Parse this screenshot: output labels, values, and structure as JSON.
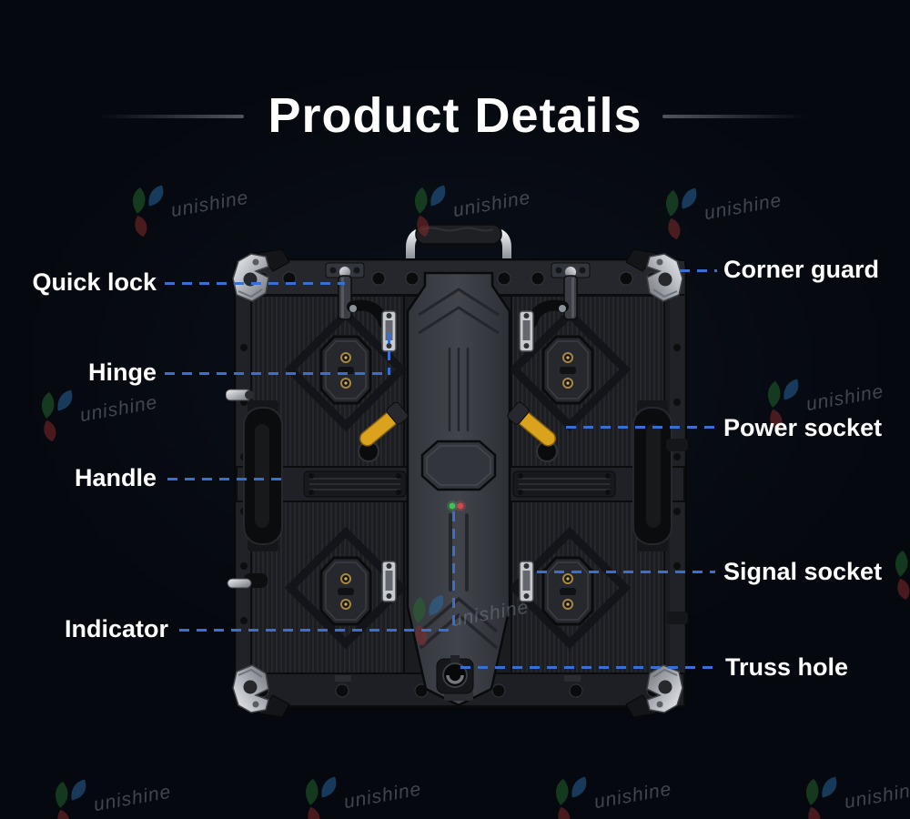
{
  "page": {
    "title": "Product Details"
  },
  "watermark": {
    "text": "unishine"
  },
  "callouts": {
    "left": [
      {
        "id": "quick-lock",
        "label": "Quick lock"
      },
      {
        "id": "hinge",
        "label": "Hinge"
      },
      {
        "id": "handle",
        "label": "Handle"
      },
      {
        "id": "indicator",
        "label": "Indicator"
      }
    ],
    "right": [
      {
        "id": "corner-guard",
        "label": "Corner guard"
      },
      {
        "id": "power-socket",
        "label": "Power socket"
      },
      {
        "id": "signal-socket",
        "label": "Signal socket"
      },
      {
        "id": "truss-hole",
        "label": "Truss hole"
      }
    ]
  },
  "colors": {
    "background": "#05080e",
    "label_text": "#ffffff",
    "callout_line": "#3a6fd2",
    "indicator_green": "#3ec257",
    "indicator_red": "#cf4a4a",
    "lock_yellow": "#dba21e"
  }
}
